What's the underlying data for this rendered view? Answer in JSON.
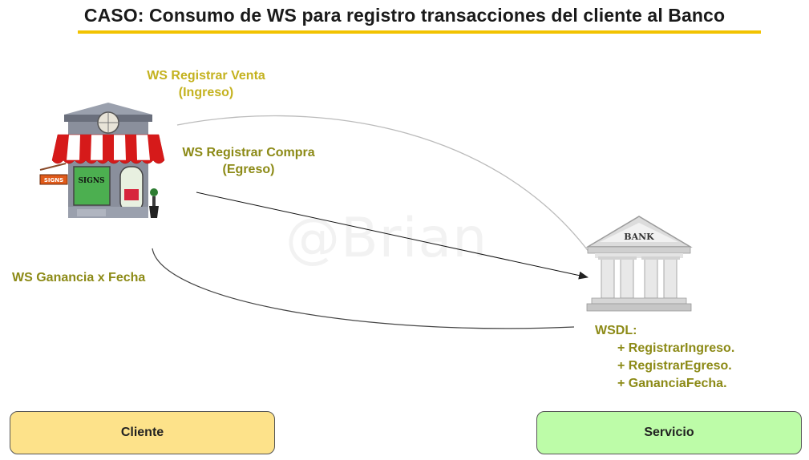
{
  "title": "CASO: Consumo de WS para registro transacciones del cliente al Banco",
  "watermark": "@Brian",
  "labels": {
    "venta_line1": "WS Registrar Venta",
    "venta_line2": "(Ingreso)",
    "compra_line1": "WS Registrar Compra",
    "compra_line2": "(Egreso)",
    "ganancia": "WS Ganancia x Fecha"
  },
  "store_icon": {
    "name": "shop-storefront-icon",
    "sign_text": "SIGNS",
    "side_sign_text": "SIGNS"
  },
  "bank_icon": {
    "name": "bank-building-icon",
    "text": "BANK"
  },
  "wsdl": {
    "header": "WSDL:",
    "operations": [
      "+ RegistrarIngreso.",
      "+ RegistrarEgreso.",
      "+ GananciaFecha."
    ]
  },
  "buttons": {
    "cliente": "Cliente",
    "servicio": "Servicio"
  },
  "colors": {
    "title_underline": "#f2c300",
    "label_light": "#c4b21f",
    "label_dark": "#8c8a16",
    "cliente_fill": "#fde28a",
    "servicio_fill": "#bdfca8"
  }
}
